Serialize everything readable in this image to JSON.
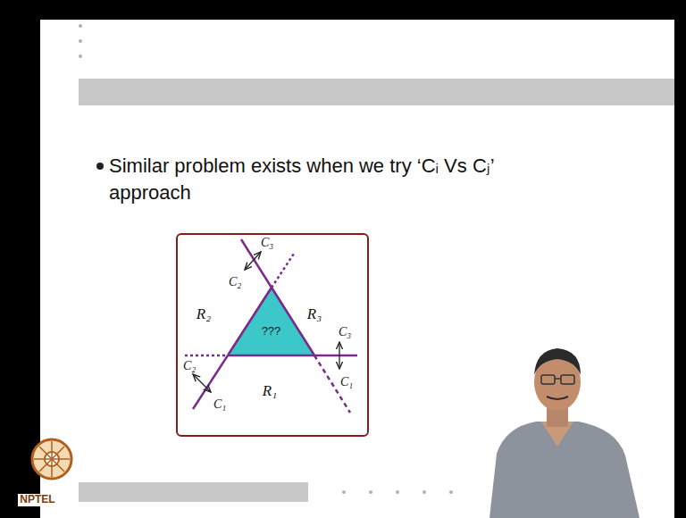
{
  "diagram": {
    "nodes": [
      {
        "text": [
          "???"
        ]
      }
    ],
    "labels": [
      "Similar problem exists when we try ‘Cᵢ Vs Cⱼ’ approach",
      "C₃",
      "C₂",
      "R₂",
      "R₃",
      "C₃",
      "C₂",
      "C₁",
      "R₁",
      "C₁",
      "NPTEL"
    ]
  }
}
